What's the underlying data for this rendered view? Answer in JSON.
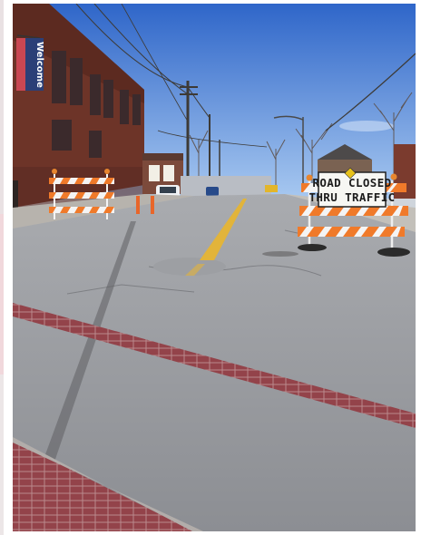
{
  "photo": {
    "description_free": true,
    "sign": {
      "line1": "ROAD CLOSED",
      "line2": "THRU TRAFFIC"
    },
    "banner": {
      "text": "Welcome"
    },
    "colors": {
      "sky_top": "#2f66c9",
      "sky_bottom": "#9cc0ee",
      "asphalt": "#8f9196",
      "brick": "#8f3f44",
      "barricade_orange": "#f07a2a",
      "barricade_white": "#f4f4f4",
      "building_brick": "#6d3428",
      "center_line": "#e2b43a"
    }
  }
}
